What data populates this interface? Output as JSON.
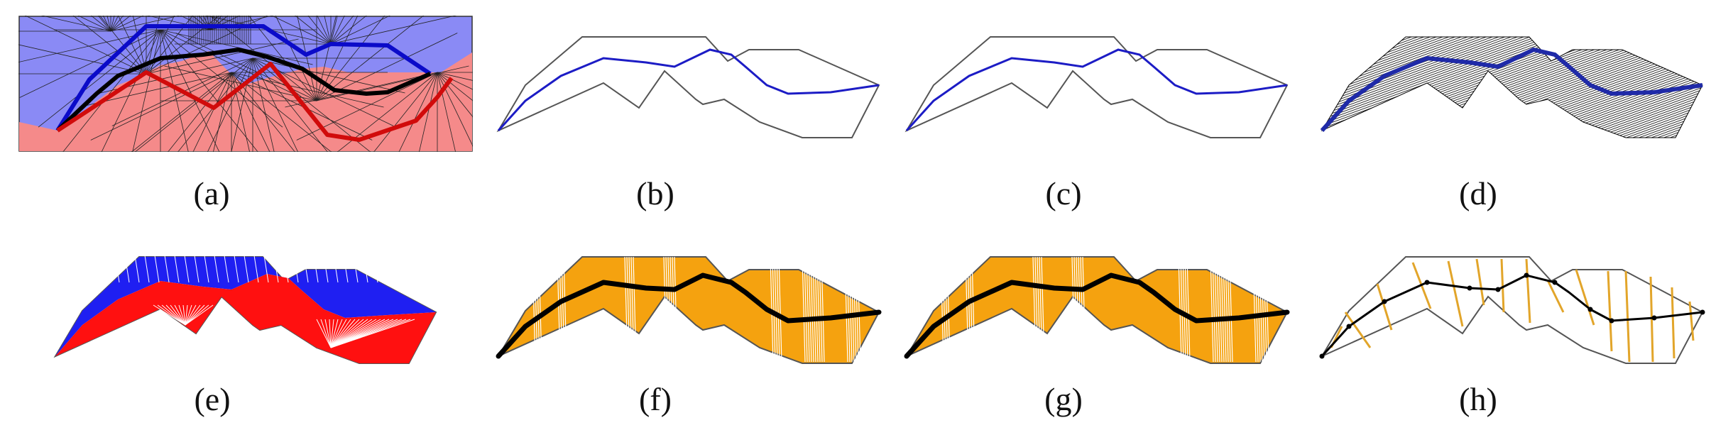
{
  "panels": [
    {
      "id": "a",
      "label": "(a)",
      "content": "bounding box split into blue upper region and red lower region by the polygon; ray fan lines; bold blue, black and red polylines"
    },
    {
      "id": "b",
      "label": "(b)",
      "content": "thin grey polygon outline with blue medial curve"
    },
    {
      "id": "c",
      "label": "(c)",
      "content": "thin grey polygon outline with blue medial curve"
    },
    {
      "id": "d",
      "label": "(d)",
      "content": "dense black hatching filling the polygon with blue medial curve"
    },
    {
      "id": "e",
      "label": "(e)",
      "content": "polygon filled with blue upper fan and red lower fan with white ray gaps"
    },
    {
      "id": "f",
      "label": "(f)",
      "content": "orange filled polygon with white ray strips and bold black skeleton"
    },
    {
      "id": "g",
      "label": "(g)",
      "content": "orange filled polygon with white ray strips and bold black skeleton"
    },
    {
      "id": "h",
      "label": "(h)",
      "content": "polygon outline with thin black skeleton and orange cross-section rungs"
    }
  ],
  "colors": {
    "blue_region": "#8a8af5",
    "red_region": "#f58a8a",
    "blue_line": "#0b0bc9",
    "red_line": "#d10b0b",
    "orange": "#f5a20f",
    "rung_orange": "#e2a52a",
    "outline": "#555555",
    "fill_blue": "#1f1ff2",
    "fill_red": "#ff1010"
  }
}
